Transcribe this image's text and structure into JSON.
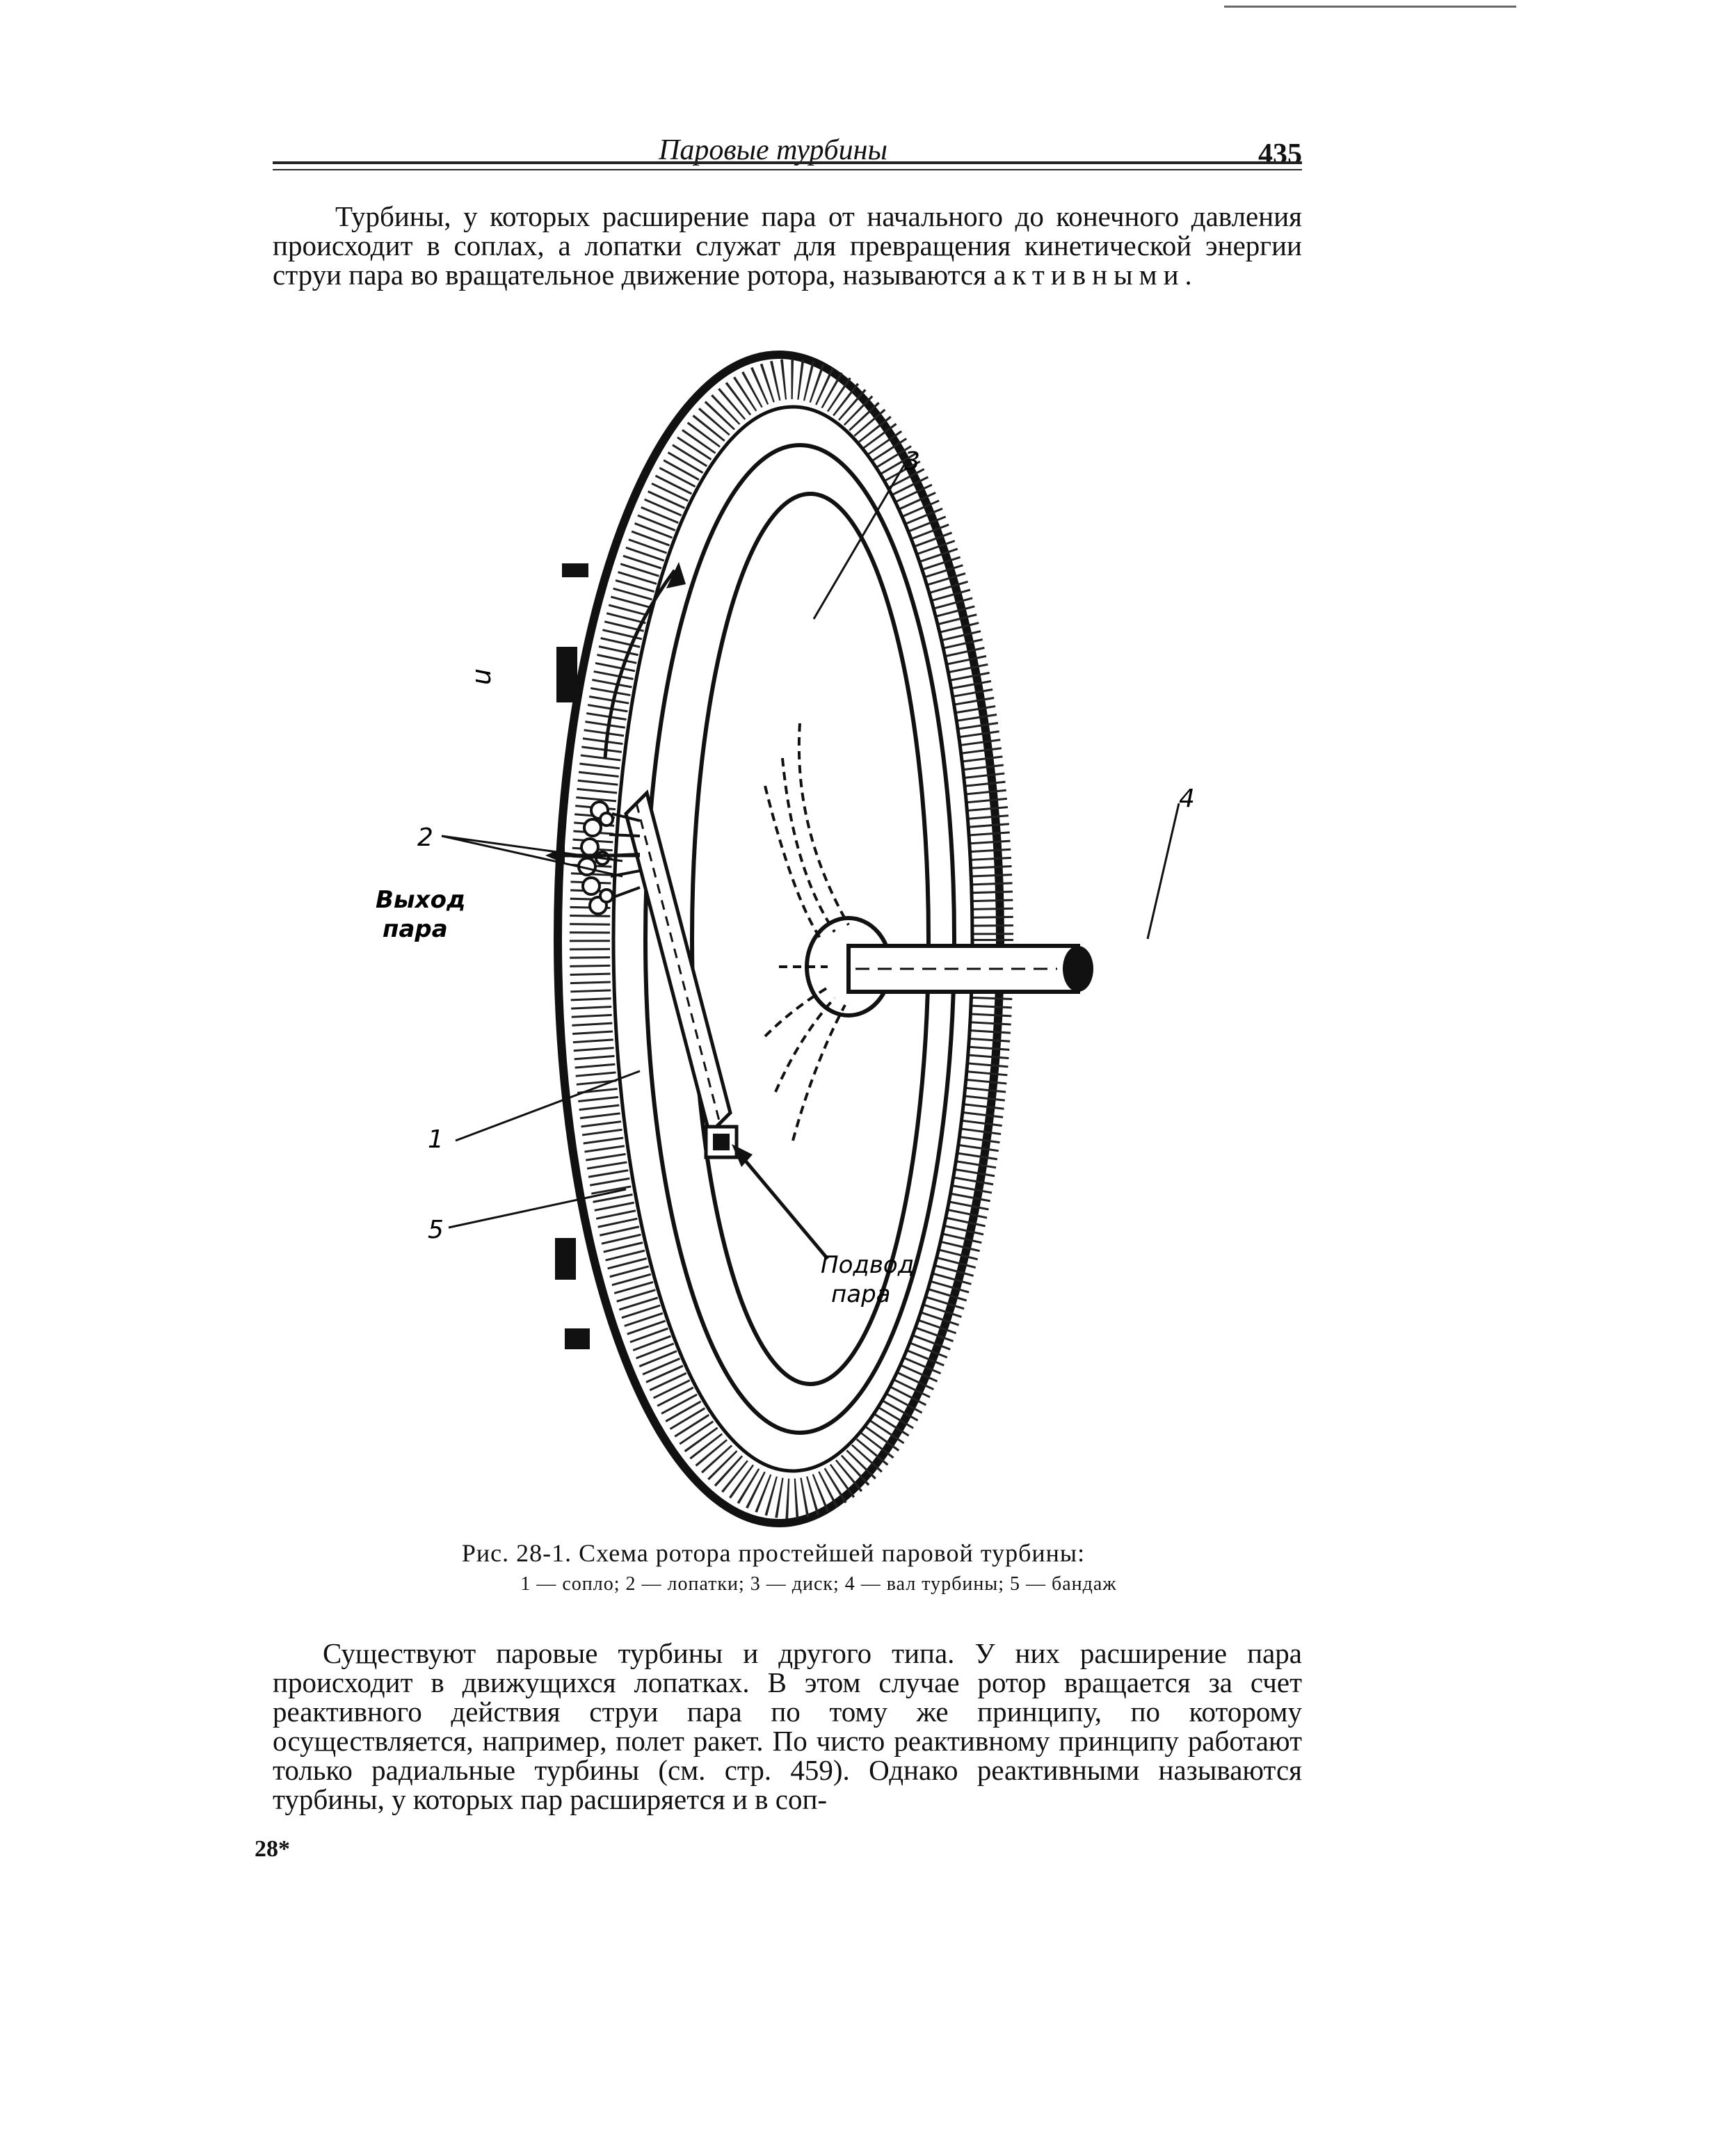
{
  "header": {
    "title": "Паровые турбины",
    "page_number": "435"
  },
  "paragraph1": {
    "before": "Турбины, у которых расширение пара от начального до конечного давления происходит в соплах, а лопатки служат для превращения кинетической энергии струи пара во вращательное движение ротора, называются ",
    "emphasis": "активными",
    "after": "."
  },
  "figure": {
    "labels": {
      "u": "u",
      "exhaust_line1": "Выход",
      "exhaust_line2": "пара",
      "supply_line1": "Подвод",
      "supply_line2": "пара",
      "n1": "1",
      "n2": "2",
      "n3": "3",
      "n4": "4",
      "n5": "5"
    }
  },
  "caption": {
    "title": "Рис. 28-1. Схема ротора простейшей паровой турбины:",
    "legend": "1 — сопло; 2 — лопатки; 3 — диск; 4 — вал турбины; 5 — бандаж"
  },
  "paragraph2": "Существуют паровые турбины и другого типа. У них расширение пара происходит в движущихся лопатках. В этом случае ротор вращается за счет реактивного действия струи пара по тому же принципу, по которому осуществляется, например, полет ракет. По чисто реактивному принципу работают только радиальные турбины (см. стр. 459). Однако реактивными называются турбины, у которых пар расширяется и в соп-",
  "signature": "28*"
}
